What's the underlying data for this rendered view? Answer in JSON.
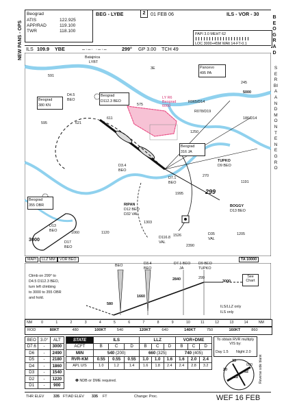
{
  "header": {
    "route": "BEG - LYBE",
    "page_no": "2",
    "date": "01 FEB 06",
    "title": "ILS - VOR - 30",
    "side_label": "NEW PANS - OPS",
    "right_vertical": "BEOGRAD"
  },
  "comms": {
    "city": "Beograd",
    "rows": [
      {
        "name": "ATIS",
        "freq": "122.925"
      },
      {
        "name": "APP/RAD",
        "freq": "119.100"
      },
      {
        "name": "TWR",
        "freq": "118.100"
      }
    ]
  },
  "papi": {
    "line1": "PAPI 3.0 MEHT 62",
    "line2": "LOC 3000+45M WAlt 14-FT-0.1"
  },
  "ils_bar": {
    "label": "ILS",
    "freq": "109.9",
    "ident": "YBE",
    "course": "299°",
    "gp": "GP 3.00",
    "tch": "TCH 49"
  },
  "map": {
    "right_vertical": "SERBIA AND MONTENEGRO",
    "navaids": [
      {
        "name": "Beograd",
        "info": "380 KN"
      },
      {
        "name": "Beograd",
        "info": "D112.3 BEO"
      },
      {
        "name": "Pancevo",
        "info": "495 PA"
      },
      {
        "name": "Beograd",
        "info": "316 JA"
      },
      {
        "name": "Beograd",
        "info": "355 OBR"
      }
    ],
    "labels": {
      "batajnica": "Batajnica",
      "lybt": "LYBT",
      "d45": "D4.5",
      "d45b": "BEO",
      "r3e": "3E",
      "restricted": "LY R6 Beograd 6000",
      "r065": "R065/D14",
      "r078": "R078/D19",
      "e245": "245",
      "alt5000": "5000",
      "d186": "186/D14",
      "tupko": "TUPKO",
      "tupko_d": "D9 BEO",
      "d71": "D7.1",
      "d71b": "BEO",
      "d34": "D3.4",
      "d34b": "BEO",
      "crs299": "299",
      "boggy": "BOGGY",
      "boggy_d": "D13 BEO",
      "ripan": "RIPAN",
      "ripan_d1": "D12 BEO",
      "ripan_d2": "D32 VAL",
      "d13": "D13",
      "d13b": "BEO",
      "d17": "D17",
      "d17b": "BEO",
      "d35": "D35",
      "d35b": "VAL",
      "d116": "D116.8",
      "d116b": "VAL",
      "alt3000": "3000",
      "e591": "591",
      "e595": "595",
      "e621": "621",
      "e611": "611",
      "e575": "575",
      "e1250": "1250",
      "e1191": "1191",
      "e1995": "1995",
      "e1303": "1303",
      "e1526": "1526",
      "e1060": "1060",
      "e1120": "1120",
      "e1205": "1205",
      "e270": "270",
      "e2390": "2390"
    },
    "bottom_buttons": [
      "MAPI",
      "LLZ MM",
      "VOR BEO"
    ],
    "ta": "TA 10000"
  },
  "profile": {
    "missed_text": [
      "Climb on 299° to",
      "D4.5 D112.3 BEO,",
      "turn left climbing",
      "to 3000 to 355 OBR",
      "and hold."
    ],
    "fixes": [
      {
        "name": "BEO",
        "dist": ""
      },
      {
        "name": "D3.4",
        "dist": "BEO"
      },
      {
        "name": "D7.1 BEO",
        "dist": "JA"
      },
      {
        "name": "D9 BEO",
        "dist": "TUPKO"
      }
    ],
    "alts": {
      "a2840": "2840",
      "a299": "299",
      "a3000": "3000",
      "a1660": "1660",
      "a580": "580"
    },
    "see_chart": "See Chart",
    "legend": [
      "ILS/LLZ only",
      "ILS only"
    ],
    "nm_scale": [
      "NM",
      "0",
      "1",
      "2",
      "3",
      "4",
      "5",
      "6",
      "7",
      "8",
      "9",
      "10",
      "11",
      "12",
      "13",
      "14",
      "NM"
    ]
  },
  "rod": {
    "cells": [
      "ROD",
      "80KT",
      "480",
      "100KT",
      "540",
      "120KT",
      "640",
      "140KT",
      "750",
      "160KT",
      "860"
    ]
  },
  "alt_table": {
    "header": [
      "BEO",
      "3.0°",
      "ALT"
    ],
    "rows": [
      {
        "fix": "D7.6",
        "sep": "-",
        "alt": "3000"
      },
      {
        "fix": "D6",
        "sep": "-",
        "alt": "2490"
      },
      {
        "fix": "D5",
        "sep": "-",
        "alt": "2180"
      },
      {
        "fix": "D4",
        "sep": "-",
        "alt": "1860"
      },
      {
        "fix": "D3",
        "sep": "-",
        "alt": "1540"
      },
      {
        "fix": "D2",
        "sep": "-",
        "alt": "1220"
      },
      {
        "fix": "D1",
        "sep": "-",
        "alt": "900"
      }
    ]
  },
  "minima": {
    "state": "STATE",
    "cols": [
      "ILS",
      "LLZ",
      "VOR+DME"
    ],
    "acft_row": [
      "ACFT",
      "B",
      "C",
      "D",
      "B",
      "C",
      "D",
      "B",
      "C",
      "D"
    ],
    "min_row": [
      "MIN",
      "540",
      "(200)",
      "660",
      "(325)",
      "740",
      "(405)"
    ],
    "rvr_row": [
      "RVR-KM",
      "0.55",
      "0.55",
      "0.55",
      "1.0",
      "1.0",
      "1.6",
      "1.6",
      "2.0",
      "2.4"
    ],
    "apl_row": [
      "APL U/S",
      "1.0",
      "1.2",
      "1.4",
      "1.6",
      "1.8",
      "2.4",
      "2.4",
      "2.8",
      "3.2"
    ],
    "note": "NDB or DME required."
  },
  "rvr_info": {
    "title": "To obtain RVR multiply VIS by:",
    "day": "Day 1.5",
    "night": "Night 2.0",
    "rotated": "Reverse side blank"
  },
  "wind": {
    "n33": "33",
    "n20": "20",
    "n22": "22",
    "n32": "32",
    "n090": "090"
  },
  "footer": {
    "thr": "THR ELEV",
    "thr_val": "335",
    "ftad": "FT/AD ELEV",
    "ad_val": "335",
    "ft": "FT",
    "change": "Change: Proc.",
    "wef": "WEF 16 FEB"
  }
}
